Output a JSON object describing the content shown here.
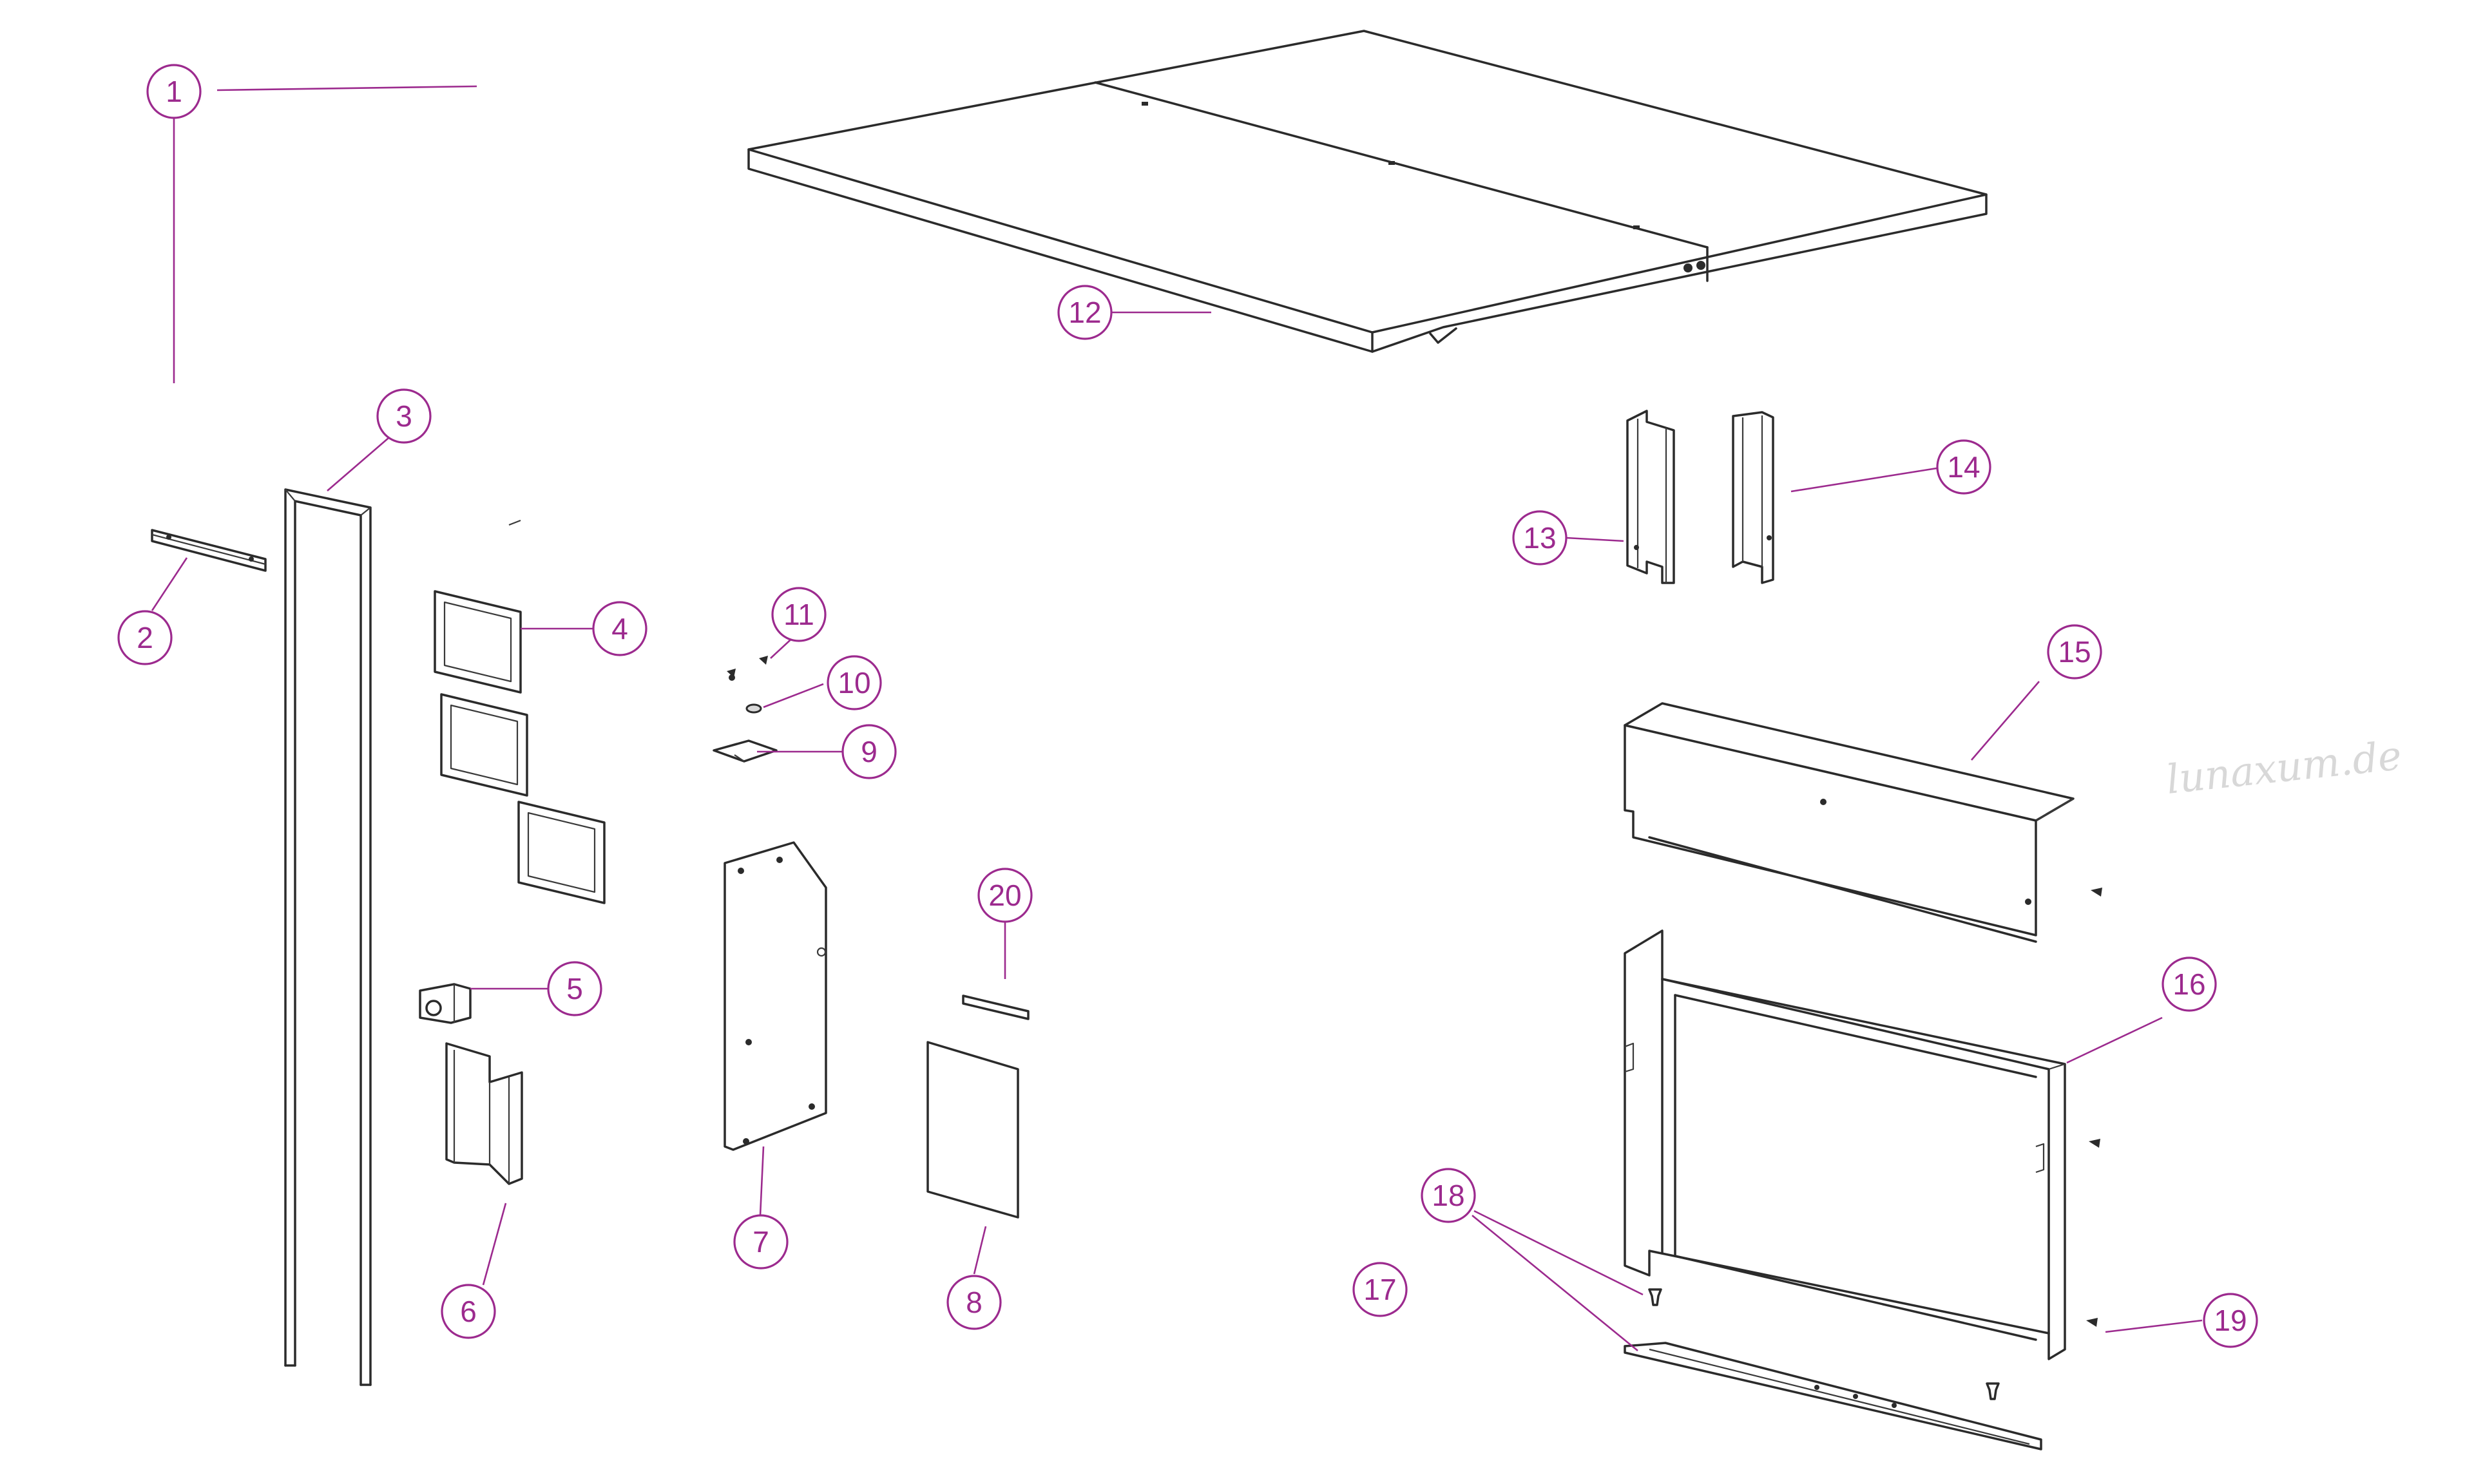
{
  "diagram": {
    "callouts": [
      {
        "id": "c1",
        "label": "1"
      },
      {
        "id": "c2",
        "label": "2"
      },
      {
        "id": "c3",
        "label": "3"
      },
      {
        "id": "c4",
        "label": "4"
      },
      {
        "id": "c5",
        "label": "5"
      },
      {
        "id": "c6",
        "label": "6"
      },
      {
        "id": "c7",
        "label": "7"
      },
      {
        "id": "c8",
        "label": "8"
      },
      {
        "id": "c9",
        "label": "9"
      },
      {
        "id": "c10",
        "label": "10"
      },
      {
        "id": "c11",
        "label": "11"
      },
      {
        "id": "c12",
        "label": "12"
      },
      {
        "id": "c13",
        "label": "13"
      },
      {
        "id": "c14",
        "label": "14"
      },
      {
        "id": "c15",
        "label": "15"
      },
      {
        "id": "c16",
        "label": "16"
      },
      {
        "id": "c17",
        "label": "17"
      },
      {
        "id": "c18",
        "label": "18"
      },
      {
        "id": "c19",
        "label": "19"
      },
      {
        "id": "c20",
        "label": "20"
      }
    ],
    "watermark": "lunaxum.de",
    "colors": {
      "callout": "#9c2a8e",
      "line": "#2b2b2b",
      "background": "#ffffff",
      "watermark": "#d8d8d8"
    }
  }
}
